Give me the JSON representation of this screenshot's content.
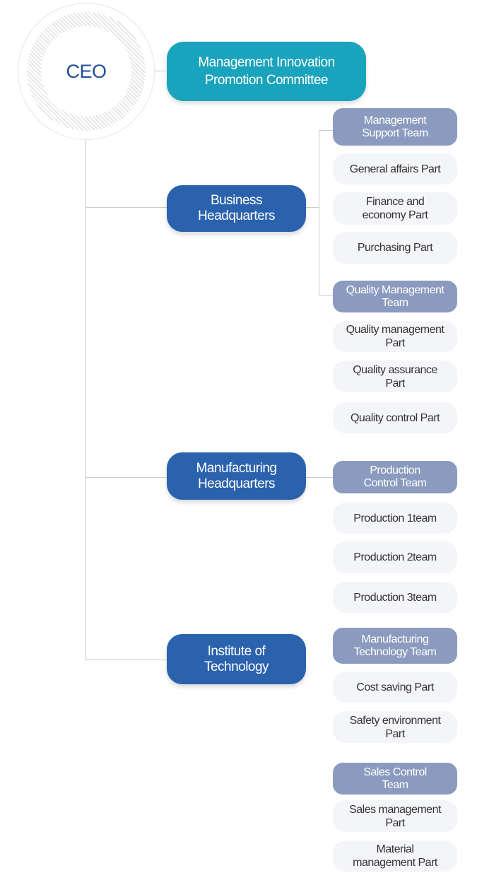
{
  "ceo": {
    "label": "CEO"
  },
  "committee": {
    "label": "Management Innovation\nPromotion Committee"
  },
  "headquarters": [
    {
      "label": "Business\nHeadquarters"
    },
    {
      "label": "Manufacturing\nHeadquarters"
    },
    {
      "label": "Institute of\nTechnology"
    }
  ],
  "teams": [
    {
      "label": "Management\nSupport  Team"
    },
    {
      "label": "Quality Management\nTeam"
    },
    {
      "label": "Production\nControl Team"
    },
    {
      "label": "Manufacturing\nTechnology Team"
    },
    {
      "label": "Sales Control\nTeam"
    }
  ],
  "parts": [
    {
      "label": "General affairs Part"
    },
    {
      "label": "Finance and\neconomy Part"
    },
    {
      "label": "Purchasing Part"
    },
    {
      "label": "Quality management\nPart"
    },
    {
      "label": "Quality assurance\nPart"
    },
    {
      "label": "Quality control Part"
    },
    {
      "label": "Production 1team"
    },
    {
      "label": "Production 2team"
    },
    {
      "label": "Production 3team"
    },
    {
      "label": "Cost saving Part"
    },
    {
      "label": "Safety environment\nPart"
    },
    {
      "label": "Sales management\nPart"
    },
    {
      "label": "Material\nmanagement Part"
    }
  ],
  "colors": {
    "ceo_text": "#1f4f9a",
    "committee": "#1aa3bc",
    "headquarters": "#2b62ae",
    "team": "#8b9bbf",
    "part": "#f4f5f8",
    "connector": "#cccccc"
  }
}
